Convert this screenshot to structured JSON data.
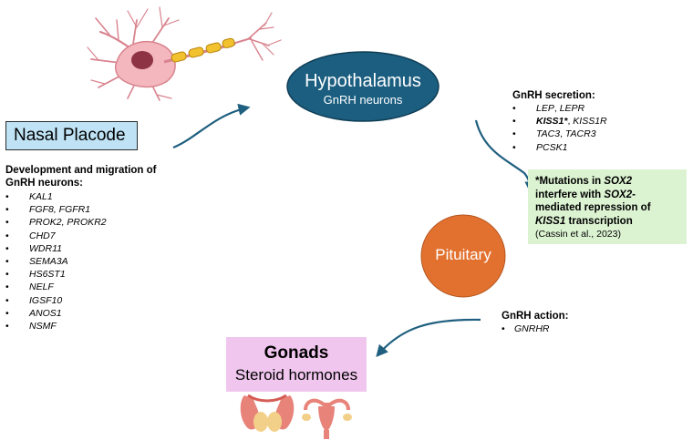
{
  "title": "",
  "nodes": {
    "nasal_placode": "Nasal Placode",
    "hypothalamus": {
      "title": "Hypothalamus",
      "subtitle": "GnRH neurons"
    },
    "pituitary": "Pituitary",
    "gonads": {
      "title": "Gonads",
      "subtitle": "Steroid hormones"
    }
  },
  "development": {
    "heading_line1": "Development and migration of",
    "heading_line2": "GnRH neurons:",
    "genes": [
      "KAL1",
      "FGF8, FGFR1",
      "PROK2, PROKR2",
      "CHD7",
      "WDR11",
      "SEMA3A",
      "HS6ST1",
      "NELF",
      "IGSF10",
      "ANOS1",
      "NSMF"
    ]
  },
  "secretion": {
    "heading": "GnRH secretion:",
    "genes": [
      {
        "main": "LEP",
        "sep": ", ",
        "rest": "LEPR",
        "bold": false
      },
      {
        "main": "KISS1*",
        "sep": ", ",
        "rest": "KISS1R",
        "bold": true
      },
      {
        "main": "TAC3",
        "sep": ", ",
        "rest": "TACR3",
        "bold": false
      },
      {
        "main": "PCSK1",
        "sep": "",
        "rest": "",
        "bold": false
      }
    ]
  },
  "action": {
    "heading": "GnRH action:",
    "genes": [
      "GNRHR"
    ]
  },
  "mutation_note": {
    "l1a": "*Mutations in ",
    "l1b": "SOX2",
    "l2a": "interfere with ",
    "l2b": "SOX2",
    "l2c": "-",
    "l3": "mediated repression of",
    "l4a": "KISS1",
    "l4b": " transcription",
    "citation": "(Cassin et al., 2023)"
  },
  "bullet": "•",
  "colors": {
    "nasal_box": "#bfe3f5",
    "hypothalamus": "#1b5e80",
    "pituitary": "#e2712f",
    "gonads_box": "#f0c6ee",
    "note_box": "#dcf3d2",
    "arrows": "#1f5f7f"
  },
  "icons": [
    "neuron-icon",
    "male-reproductive-icon",
    "female-reproductive-icon"
  ]
}
